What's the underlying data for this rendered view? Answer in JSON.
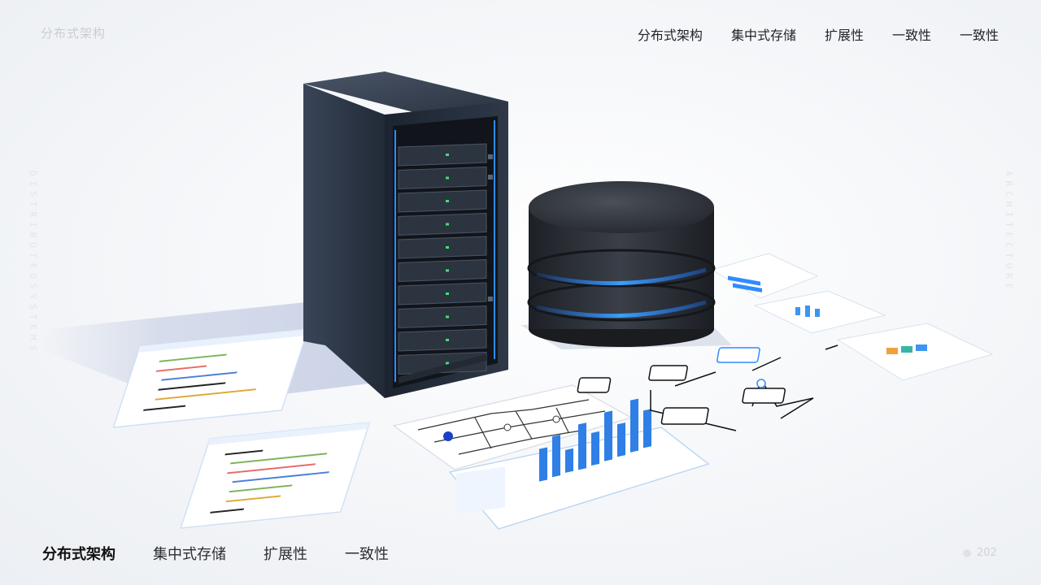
{
  "brand": {
    "logo_text": "分布式架构"
  },
  "top_nav": {
    "items": [
      {
        "label": "分布式架构"
      },
      {
        "label": "集中式存储"
      },
      {
        "label": "扩展性"
      },
      {
        "label": "一致性"
      },
      {
        "label": "一致性"
      }
    ]
  },
  "bottom_nav": {
    "items": [
      {
        "label": "分布式架构",
        "active": true
      },
      {
        "label": "集中式存储",
        "active": false
      },
      {
        "label": "扩展性",
        "active": false
      },
      {
        "label": "一致性",
        "active": false
      }
    ]
  },
  "pager": {
    "number": "202"
  },
  "colors": {
    "accent": "#2f8cff",
    "server_body": "#2b3340",
    "database_body": "#2a2e35",
    "text_dark": "#1f2328"
  },
  "icons": {
    "server": "server-rack-icon",
    "database": "database-cylinder-icon",
    "pager_dot": "dot-icon"
  }
}
